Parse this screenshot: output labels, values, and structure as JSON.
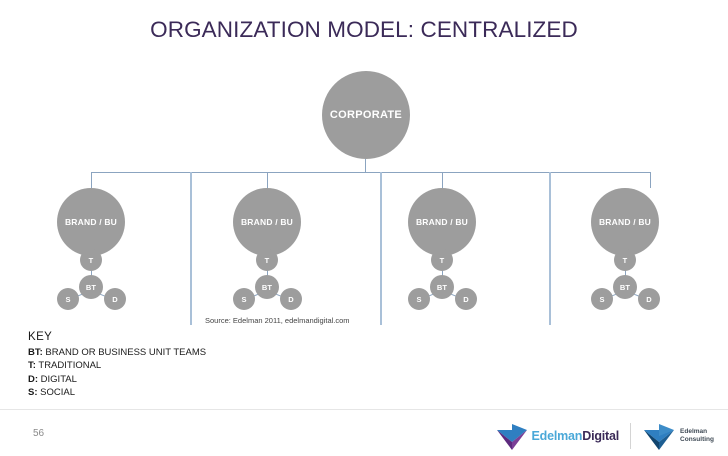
{
  "slide": {
    "title": "ORGANIZATION MODEL: CENTRALIZED",
    "page_number": "56",
    "source_note": "Source: Edelman 2011, edelmandigital.com",
    "title_color": "#3b2a58",
    "circle_color": "#9d9d9d",
    "line_color": "#8ba4c0"
  },
  "diagram": {
    "type": "org-chart",
    "root": {
      "label": "CORPORATE"
    },
    "branches": [
      {
        "label": "BRAND / BU",
        "teams": {
          "top": "T",
          "center": "BT",
          "left": "S",
          "right": "D"
        }
      },
      {
        "label": "BRAND / BU",
        "teams": {
          "top": "T",
          "center": "BT",
          "left": "S",
          "right": "D"
        }
      },
      {
        "label": "BRAND / BU",
        "teams": {
          "top": "T",
          "center": "BT",
          "left": "S",
          "right": "D"
        }
      },
      {
        "label": "BRAND / BU",
        "teams": {
          "top": "T",
          "center": "BT",
          "left": "S",
          "right": "D"
        }
      }
    ]
  },
  "key": {
    "heading": "KEY",
    "entries": [
      {
        "abbr": "BT:",
        "text": " BRAND OR BUSINESS UNIT TEAMS"
      },
      {
        "abbr": "T:",
        "text": " TRADITIONAL"
      },
      {
        "abbr": "D:",
        "text": " DIGITAL"
      },
      {
        "abbr": "S:",
        "text": " SOCIAL"
      }
    ]
  },
  "footer": {
    "logos": [
      {
        "name": "edelman-digital",
        "word1": "Edelman",
        "word2": "Digital"
      },
      {
        "name": "edelman-consulting",
        "line1": "Edelman",
        "line2": "Consulting"
      }
    ]
  }
}
